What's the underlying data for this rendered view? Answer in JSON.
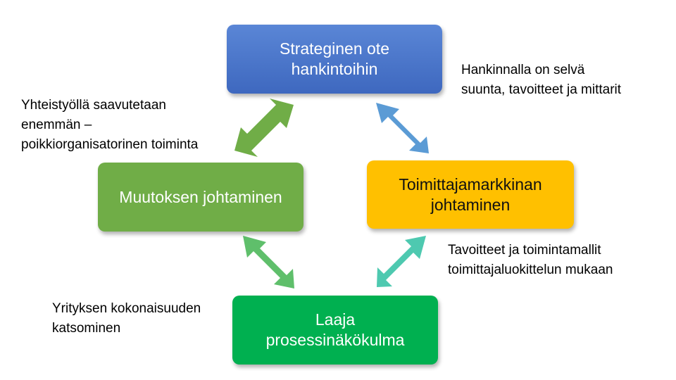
{
  "boxes": {
    "top": "Strateginen ote\nhankintoihin",
    "left": "Muutoksen johtaminen",
    "right": "Toimittajamarkkinan\njohtaminen",
    "bottom": "Laaja\nprosessinäkökulma"
  },
  "notes": {
    "top_right": "Hankinnalla on selvä\nsuunta, tavoitteet ja mittarit",
    "left": "Yhteistyöllä saavutetaan\nenemmän –\npoikkiorganisatorinen toiminta",
    "mid_right": "Tavoitteet ja toimintamallit\ntoimittajaluokittelun mukaan",
    "bottom_left": "Yrityksen kokonaisuuden\nkatsominen"
  },
  "colors": {
    "top_box": "#4a74c8",
    "left_box": "#70ad47",
    "right_box": "#ffc000",
    "bottom_box": "#00b050",
    "arrow_top_left": "#70ad47",
    "arrow_top_right": "#5b9bd5",
    "arrow_bottom_left": "#5fbf6b",
    "arrow_bottom_right": "#4ec9b0"
  }
}
